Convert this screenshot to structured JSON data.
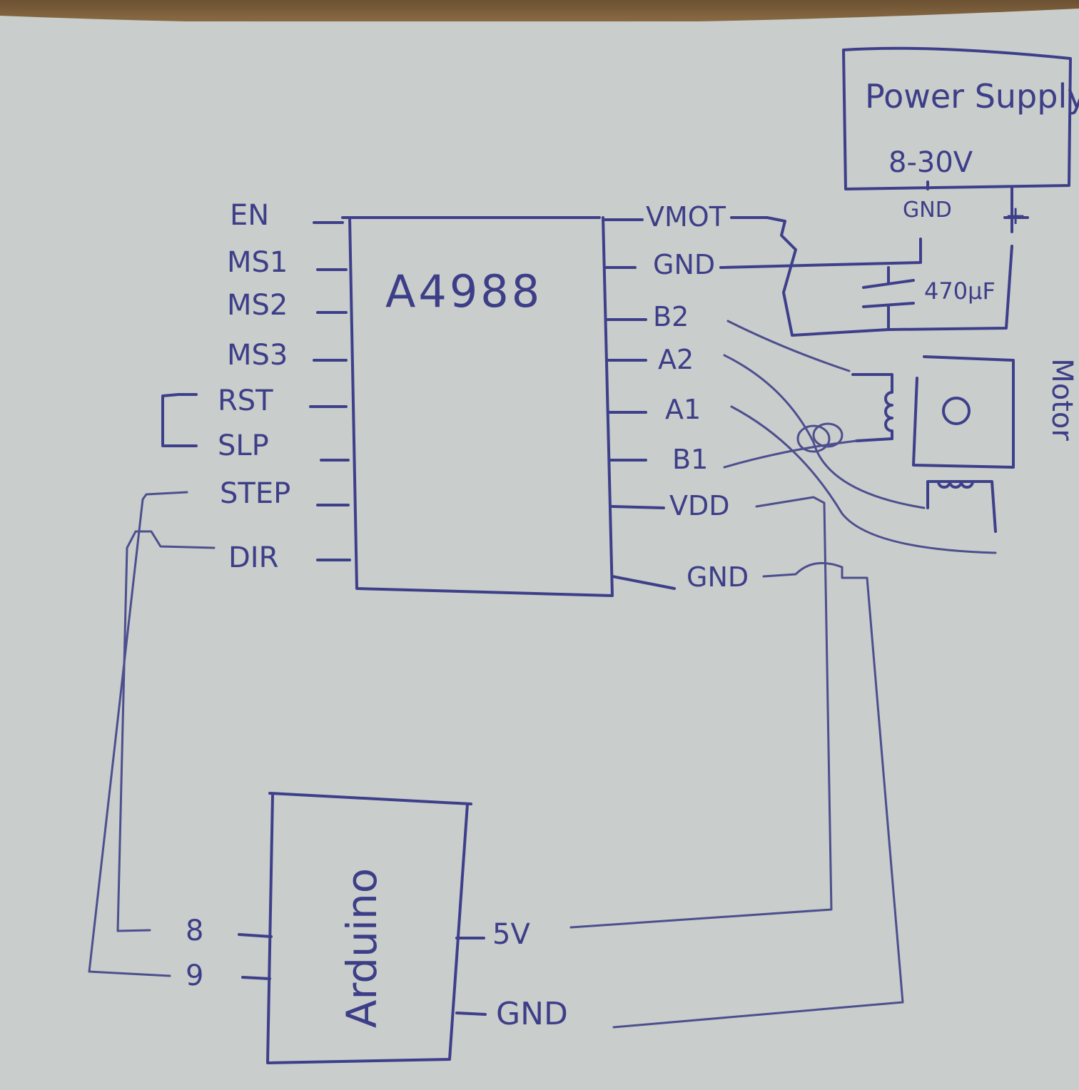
{
  "diagram": {
    "driver": {
      "name": "A4988",
      "left_pins": [
        "EN",
        "MS1",
        "MS2",
        "MS3",
        "RST",
        "SLP",
        "STEP",
        "DIR"
      ],
      "right_pins": [
        "VMOT",
        "GND",
        "B2",
        "A2",
        "A1",
        "B1",
        "VDD",
        "GND"
      ]
    },
    "power_supply": {
      "title": "Power Supply",
      "voltage": "8-30V",
      "terminals": [
        "GND",
        "+"
      ]
    },
    "capacitor": {
      "value": "470µF"
    },
    "motor": {
      "label": "Motor"
    },
    "arduino": {
      "name": "Arduino",
      "left_pins": [
        "8",
        "9"
      ],
      "right_pins": [
        "5V",
        "GND"
      ]
    }
  },
  "colors": {
    "ink": "#3e3f8a",
    "paper": "#c7cbc9"
  }
}
